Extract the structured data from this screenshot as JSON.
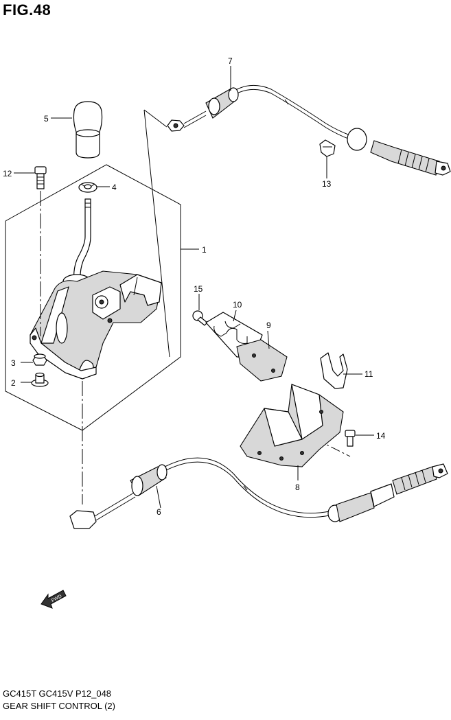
{
  "figure": {
    "title": "FIG.48",
    "model_code": "GC415T GC415V P12_048",
    "caption": "GEAR SHIFT CONTROL (2)",
    "fwd_label": "FWD"
  },
  "callouts": [
    {
      "id": "c1",
      "number": "1"
    },
    {
      "id": "c2",
      "number": "2"
    },
    {
      "id": "c3",
      "number": "3"
    },
    {
      "id": "c4",
      "number": "4"
    },
    {
      "id": "c5",
      "number": "5"
    },
    {
      "id": "c6",
      "number": "6"
    },
    {
      "id": "c7",
      "number": "7"
    },
    {
      "id": "c8",
      "number": "8"
    },
    {
      "id": "c9",
      "number": "9"
    },
    {
      "id": "c10",
      "number": "10"
    },
    {
      "id": "c11",
      "number": "11"
    },
    {
      "id": "c12",
      "number": "12"
    },
    {
      "id": "c13",
      "number": "13"
    },
    {
      "id": "c14",
      "number": "14"
    },
    {
      "id": "c15",
      "number": "15"
    }
  ]
}
